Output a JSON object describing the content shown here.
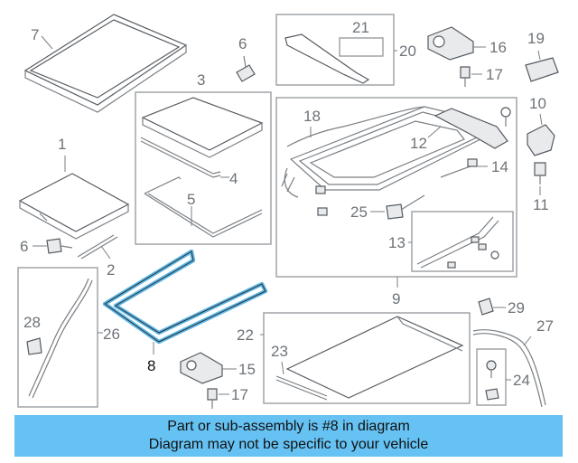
{
  "callouts": {
    "c1": "1",
    "c2": "2",
    "c3": "3",
    "c4": "4",
    "c5": "5",
    "c6a": "6",
    "c6b": "6",
    "c7": "7",
    "c8": "8",
    "c9": "9",
    "c10": "10",
    "c11": "11",
    "c12": "12",
    "c13": "13",
    "c14": "14",
    "c15": "15",
    "c16": "16",
    "c17a": "17",
    "c17b": "17",
    "c18": "18",
    "c19": "19",
    "c20": "20",
    "c21": "21",
    "c22": "22",
    "c23": "23",
    "c24": "24",
    "c25": "25",
    "c26": "26",
    "c27": "27",
    "c28": "28",
    "c29": "29"
  },
  "banner": {
    "line1": "Part or sub-assembly is #8 in diagram",
    "line2": "Diagram may not be specific to your vehicle"
  },
  "colors": {
    "highlight": "#5fb8e6",
    "banner": "#66c2f3"
  }
}
